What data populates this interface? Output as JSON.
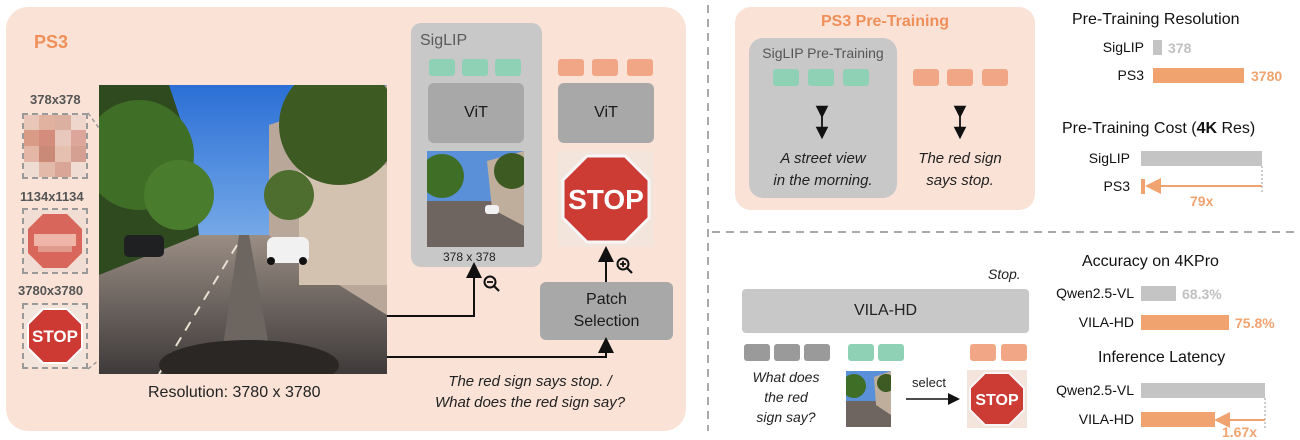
{
  "ps3_panel": {
    "title": "PS3",
    "resolution_labels": [
      "378x378",
      "1134x1134",
      "3780x3780"
    ],
    "image_caption": "Resolution: 3780 x 3780",
    "siglip_label": "SigLIP",
    "vit_label": "ViT",
    "vit2_label": "ViT",
    "thumb_caption": "378 x 378",
    "patch_selection": "Patch\nSelection",
    "patch_line1": "Patch",
    "patch_line2": "Selection",
    "query_line1": "The red sign says stop. /",
    "query_line2": "What does the red sign say?",
    "stop_text": "STOP"
  },
  "pretrain_panel": {
    "title": "PS3 Pre-Training",
    "siglip_title": "SigLIP Pre-Training",
    "siglip_caption_line1": "A street view",
    "siglip_caption_line2": "in the morning.",
    "ps3_caption_line1": "The red sign",
    "ps3_caption_line2": "says stop."
  },
  "vila_panel": {
    "answer": "Stop.",
    "model_label": "VILA-HD",
    "question_line1": "What does",
    "question_line2": "the red",
    "question_line3": "sign say?",
    "select_label": "select",
    "stop_text": "STOP"
  },
  "charts": {
    "pretraining_resolution": {
      "title": "Pre-Training Resolution",
      "rows": [
        {
          "label": "SigLIP",
          "value": 378,
          "value_text": "378",
          "color": "#c4c4c4"
        },
        {
          "label": "PS3",
          "value": 3780,
          "value_text": "3780",
          "color": "#f1a36f"
        }
      ]
    },
    "pretraining_cost": {
      "title_prefix": "Pre-Training Cost (",
      "title_bold": "4K",
      "title_suffix": " Res)",
      "rows": [
        {
          "label": "SigLIP",
          "value": 79,
          "color": "#c4c4c4"
        },
        {
          "label": "PS3",
          "value": 1,
          "color": "#f1a36f"
        }
      ],
      "annotation": "79x"
    },
    "accuracy_4kpro": {
      "title": "Accuracy on 4KPro",
      "rows": [
        {
          "label": "Qwen2.5-VL",
          "value": 68.3,
          "value_text": "68.3%",
          "color": "#c4c4c4"
        },
        {
          "label": "VILA-HD",
          "value": 75.8,
          "value_text": "75.8%",
          "color": "#f1a36f"
        }
      ]
    },
    "inference_latency": {
      "title": "Inference Latency",
      "rows": [
        {
          "label": "Qwen2.5-VL",
          "value": 1.67,
          "color": "#c4c4c4"
        },
        {
          "label": "VILA-HD",
          "value": 1,
          "color": "#f1a36f"
        }
      ],
      "annotation": "1.67x"
    }
  },
  "colors": {
    "panel_bg": "#fae3d6",
    "accent_orange": "#ef8f5a",
    "token_green": "#8fd1b4",
    "token_orange": "#f1a785",
    "token_grey": "#9a9a9a",
    "box_grey": "#c8c8c8",
    "box_dark": "#a8a8a8"
  }
}
